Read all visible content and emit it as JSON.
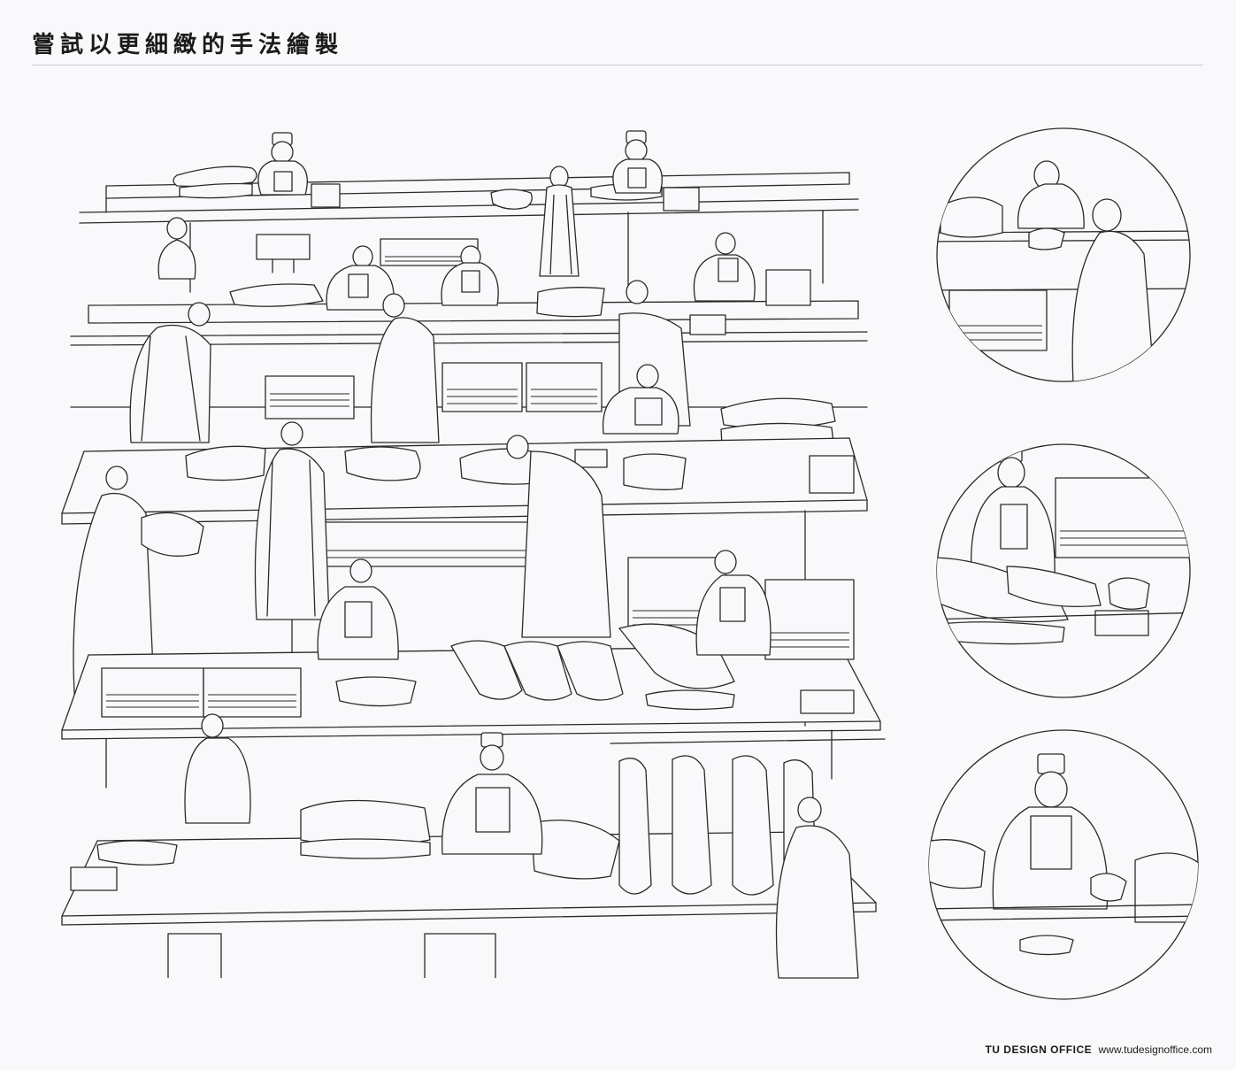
{
  "title": "嘗試以更細緻的手法繪製",
  "footer": {
    "brand": "TU DESIGN OFFICE",
    "url": "www.tudesignoffice.com"
  },
  "colors": {
    "background": "#f9f9fb",
    "line": "#2a2a2a",
    "rule": "#c9c9cc"
  }
}
